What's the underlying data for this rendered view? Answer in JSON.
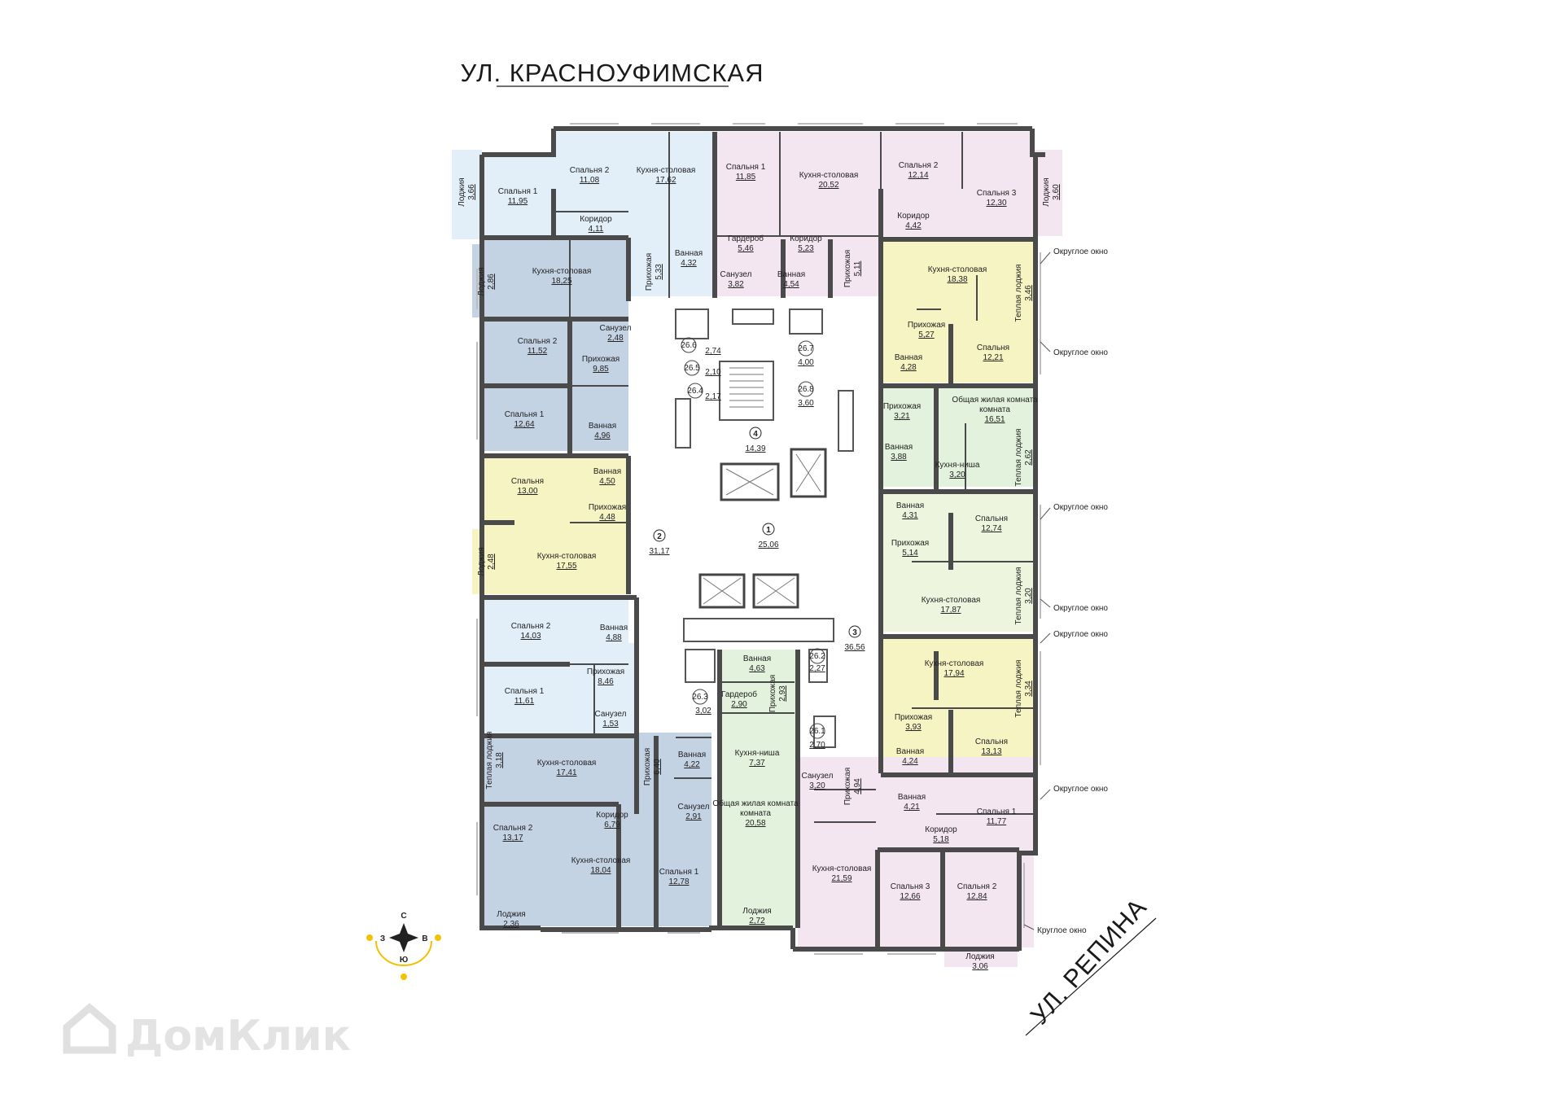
{
  "streets": {
    "north": "УЛ. КРАСНОУФИМСКАЯ",
    "east": "УЛ. РЕПИНА"
  },
  "watermark": "ДомКлик",
  "compass": {
    "n": "С",
    "s": "Ю",
    "w": "З",
    "e": "В"
  },
  "colors": {
    "blue": "#e2eef8",
    "pink": "#f4e6f1",
    "yellow": "#f6f4c2",
    "green": "#e3f2dc",
    "slate": "#c4d3e4",
    "wall": "#4a4a4a"
  },
  "rooms": [
    {
      "name": "Лоджия",
      "area": "3,66",
      "tone": "blue"
    },
    {
      "name": "Спальня 1",
      "area": "11,95",
      "tone": "blue"
    },
    {
      "name": "Спальня 2",
      "area": "11,08",
      "tone": "blue"
    },
    {
      "name": "Кухня-столовая",
      "area": "17,62",
      "tone": "blue"
    },
    {
      "name": "Коридор",
      "area": "4,11",
      "tone": "blue"
    },
    {
      "name": "Прихожая",
      "area": "5,33",
      "tone": "blue"
    },
    {
      "name": "Ванная",
      "area": "4,32",
      "tone": "blue"
    },
    {
      "name": "Спальня 1",
      "area": "11,85",
      "tone": "pink"
    },
    {
      "name": "Кухня-столовая",
      "area": "20,52",
      "tone": "pink"
    },
    {
      "name": "Спальня 2",
      "area": "12,14",
      "tone": "pink"
    },
    {
      "name": "Спальня 3",
      "area": "12,30",
      "tone": "pink"
    },
    {
      "name": "Лоджия",
      "area": "3,60",
      "tone": "pink"
    },
    {
      "name": "Коридор",
      "area": "4,42",
      "tone": "pink"
    },
    {
      "name": "Гардероб",
      "area": "5,46",
      "tone": "pink"
    },
    {
      "name": "Коридор",
      "area": "5,23",
      "tone": "pink"
    },
    {
      "name": "Санузел",
      "area": "3,82",
      "tone": "pink"
    },
    {
      "name": "Ванная",
      "area": "4,54",
      "tone": "pink"
    },
    {
      "name": "Прихожая",
      "area": "5,11",
      "tone": "pink"
    },
    {
      "name": "Лоджия",
      "area": "2,86",
      "tone": "slate"
    },
    {
      "name": "Кухня-столовая",
      "area": "18,25",
      "tone": "slate"
    },
    {
      "name": "Спальня 2",
      "area": "11,52",
      "tone": "slate"
    },
    {
      "name": "Санузел",
      "area": "2,48",
      "tone": "slate"
    },
    {
      "name": "Прихожая",
      "area": "9,85",
      "tone": "slate"
    },
    {
      "name": "Спальня 1",
      "area": "12,64",
      "tone": "slate"
    },
    {
      "name": "Ванная",
      "area": "4,96",
      "tone": "slate"
    },
    {
      "name": "Кухня-столовая",
      "area": "18,38",
      "tone": "yellow"
    },
    {
      "name": "Теплая лоджия",
      "area": "3,46",
      "tone": "yellow"
    },
    {
      "name": "Прихожая",
      "area": "5,27",
      "tone": "yellow"
    },
    {
      "name": "Спальня",
      "area": "12,21",
      "tone": "yellow"
    },
    {
      "name": "Ванная",
      "area": "4,28",
      "tone": "yellow"
    },
    {
      "name": "Прихожая",
      "area": "3,21",
      "tone": "green"
    },
    {
      "name": "Общая жилая комната",
      "area": "16,51",
      "tone": "green"
    },
    {
      "name": "Ванная",
      "area": "3,88",
      "tone": "green"
    },
    {
      "name": "Кухня-ниша",
      "area": "3,20",
      "tone": "green"
    },
    {
      "name": "Теплая лоджия",
      "area": "2,62",
      "tone": "green"
    },
    {
      "name": "Спальня",
      "area": "13,00",
      "tone": "yellow"
    },
    {
      "name": "Ванная",
      "area": "4,50",
      "tone": "yellow"
    },
    {
      "name": "Прихожая",
      "area": "4,48",
      "tone": "yellow"
    },
    {
      "name": "Лоджия",
      "area": "2,48",
      "tone": "yellow"
    },
    {
      "name": "Кухня-столовая",
      "area": "17,55",
      "tone": "yellow"
    },
    {
      "name": "Ванная",
      "area": "4,31",
      "tone": "green2"
    },
    {
      "name": "Спальня",
      "area": "12,74",
      "tone": "green2"
    },
    {
      "name": "Прихожая",
      "area": "5,14",
      "tone": "green2"
    },
    {
      "name": "Кухня-столовая",
      "area": "17,87",
      "tone": "green2"
    },
    {
      "name": "Теплая лоджия",
      "area": "3,20",
      "tone": "green2"
    },
    {
      "name": "Спальня 2",
      "area": "14,03",
      "tone": "blue"
    },
    {
      "name": "Ванная",
      "area": "4,88",
      "tone": "blue"
    },
    {
      "name": "Прихожая",
      "area": "8,46",
      "tone": "blue"
    },
    {
      "name": "Спальня 1",
      "area": "11,61",
      "tone": "blue"
    },
    {
      "name": "Санузел",
      "area": "1,53",
      "tone": "blue"
    },
    {
      "name": "Кухня-столовая",
      "area": "17,94",
      "tone": "yellow"
    },
    {
      "name": "Теплая лоджия",
      "area": "3,34",
      "tone": "yellow"
    },
    {
      "name": "Прихожая",
      "area": "3,93",
      "tone": "yellow"
    },
    {
      "name": "Спальня",
      "area": "13,13",
      "tone": "yellow"
    },
    {
      "name": "Ванная",
      "area": "4,24",
      "tone": "yellow"
    },
    {
      "name": "Ванная",
      "area": "4,63",
      "tone": "green"
    },
    {
      "name": "Гардероб",
      "area": "2,90",
      "tone": "green"
    },
    {
      "name": "Прихожая",
      "area": "2,93",
      "tone": "green"
    },
    {
      "name": "Кухня-ниша",
      "area": "7,37",
      "tone": "green"
    },
    {
      "name": "Общая жилая комната",
      "area": "20,58",
      "tone": "green"
    },
    {
      "name": "Лоджия",
      "area": "2,72",
      "tone": "green"
    },
    {
      "name": "Теплая лоджия",
      "area": "3,18",
      "tone": "slate"
    },
    {
      "name": "Кухня-столовая",
      "area": "17,41",
      "tone": "slate"
    },
    {
      "name": "Прихожая",
      "area": "6,40",
      "tone": "slate"
    },
    {
      "name": "Ванная",
      "area": "4,22",
      "tone": "slate"
    },
    {
      "name": "Санузел",
      "area": "2,91",
      "tone": "slate"
    },
    {
      "name": "Спальня 2",
      "area": "13,17",
      "tone": "slate"
    },
    {
      "name": "Коридор",
      "area": "6,79",
      "tone": "slate"
    },
    {
      "name": "Кухня-столовая",
      "area": "18,04",
      "tone": "slate"
    },
    {
      "name": "Спальня 1",
      "area": "12,78",
      "tone": "slate"
    },
    {
      "name": "Лоджия",
      "area": "2,36",
      "tone": "slate"
    },
    {
      "name": "Санузел",
      "area": "3,20",
      "tone": "pink"
    },
    {
      "name": "Прихожая",
      "area": "4,94",
      "tone": "pink"
    },
    {
      "name": "Ванная",
      "area": "4,21",
      "tone": "pink"
    },
    {
      "name": "Спальня 1",
      "area": "11,77",
      "tone": "pink"
    },
    {
      "name": "Коридор",
      "area": "5,18",
      "tone": "pink"
    },
    {
      "name": "Кухня-столовая",
      "area": "21,59",
      "tone": "pink"
    },
    {
      "name": "Спальня 3",
      "area": "12,66",
      "tone": "pink"
    },
    {
      "name": "Спальня 2",
      "area": "12,84",
      "tone": "pink"
    },
    {
      "name": "Лоджия",
      "area": "3,06",
      "tone": "pink"
    }
  ],
  "common": [
    {
      "num": "1",
      "area": "25,06"
    },
    {
      "num": "2",
      "area": "31,17"
    },
    {
      "num": "3",
      "area": "36,56"
    },
    {
      "num": "4",
      "area": "14,39"
    }
  ],
  "utility": [
    {
      "num": "26.6",
      "area": "2,74"
    },
    {
      "num": "26.5",
      "area": "2,10"
    },
    {
      "num": "26.4",
      "area": "2,17"
    },
    {
      "num": "26.7",
      "area": "4,00"
    },
    {
      "num": "26.8",
      "area": "3,60"
    },
    {
      "num": "26.2",
      "area": "2,27"
    },
    {
      "num": "26.3",
      "area": "3,02"
    },
    {
      "num": "26.1",
      "area": "2,70"
    }
  ],
  "notes": {
    "round_window": "Округлое окно",
    "round_window_alt": "Круглое окно"
  }
}
